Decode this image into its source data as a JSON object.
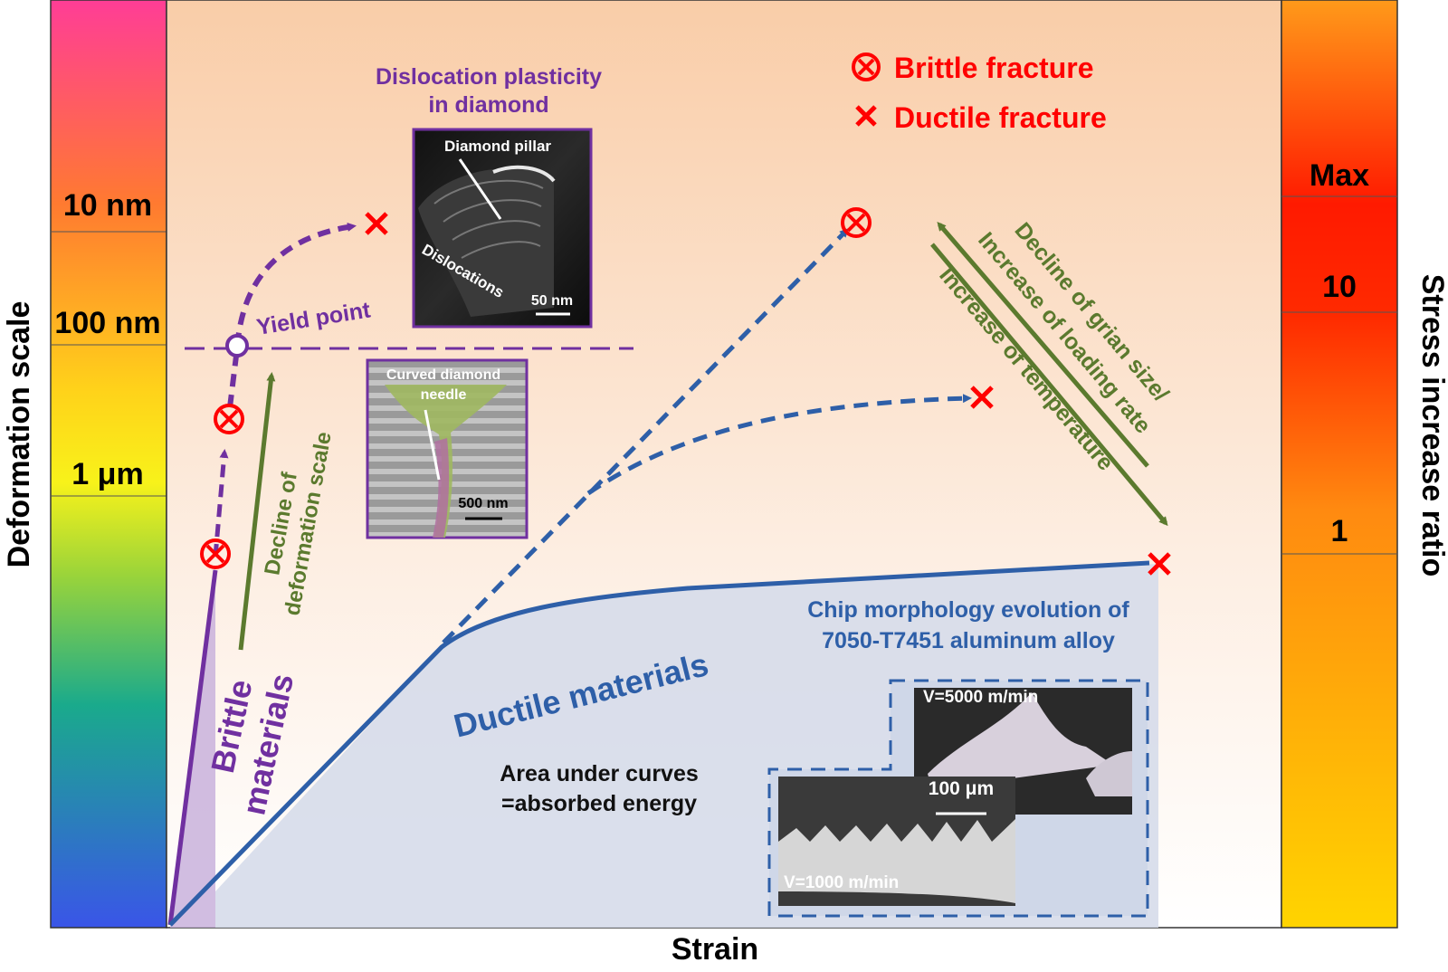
{
  "left_bar": {
    "title": "Deformation scale",
    "ticks": [
      "10 nm",
      "100 nm",
      "1 μm"
    ]
  },
  "right_bar": {
    "title": "Stress increase ratio",
    "ticks": [
      "Max",
      "10",
      "1"
    ]
  },
  "x_axis": {
    "label": "Strain"
  },
  "legend": {
    "brittle": "Brittle fracture",
    "ductile": "Ductile fracture"
  },
  "annotations": {
    "dislocation_title_1": "Dislocation plasticity",
    "dislocation_title_2": "in diamond",
    "yield_point": "Yield point",
    "decline_def_1": "Decline of",
    "decline_def_2": "deformation scale",
    "brittle_1": "Brittle",
    "brittle_2": "materials",
    "ductile": "Ductile materials",
    "area_1": "Area under curves",
    "area_2": "=absorbed energy",
    "chip_1": "Chip morphology evolution of",
    "chip_2": "7050-T7451 aluminum alloy",
    "grain_1": "Decline of grian size/",
    "grain_2": "Increase of loading rate",
    "temp": "Increase of temperature"
  },
  "insets": {
    "pillar_label": "Diamond pillar",
    "pillar_disl": "Dislocations",
    "pillar_scale": "50 nm",
    "needle_1": "Curved diamond",
    "needle_2": "needle",
    "needle_scale": "500 nm",
    "chip_v1": "V=5000 m/min",
    "chip_v2": "V=1000 m/min",
    "chip_scale": "100 μm"
  },
  "colors": {
    "purple": "#7030a0",
    "blue": "#2e5fa8",
    "green": "#5b7a2e",
    "red": "#ff0000"
  }
}
